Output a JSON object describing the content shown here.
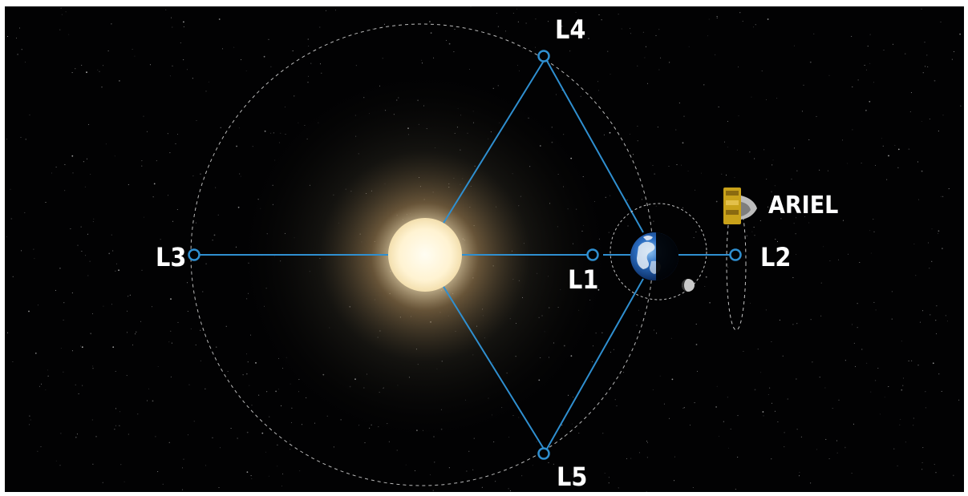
{
  "labels": {
    "l1": "L1",
    "l2": "L2",
    "l3": "L3",
    "l4": "L4",
    "l5": "L5",
    "ariel": "ARIEL"
  },
  "colors": {
    "background": "#020203",
    "connector_lines": "#2f8fd0",
    "orbit_dash": "#d8d8d8",
    "sun_core": "#fff4d6",
    "sun_glow": "#c8a46a",
    "earth_ocean": "#1f5fb0",
    "spacecraft": "#c9a21a"
  },
  "icons": {
    "sun": "sun-icon",
    "earth": "earth-icon",
    "moon": "moon-icon",
    "spacecraft": "ariel-spacecraft-icon"
  }
}
